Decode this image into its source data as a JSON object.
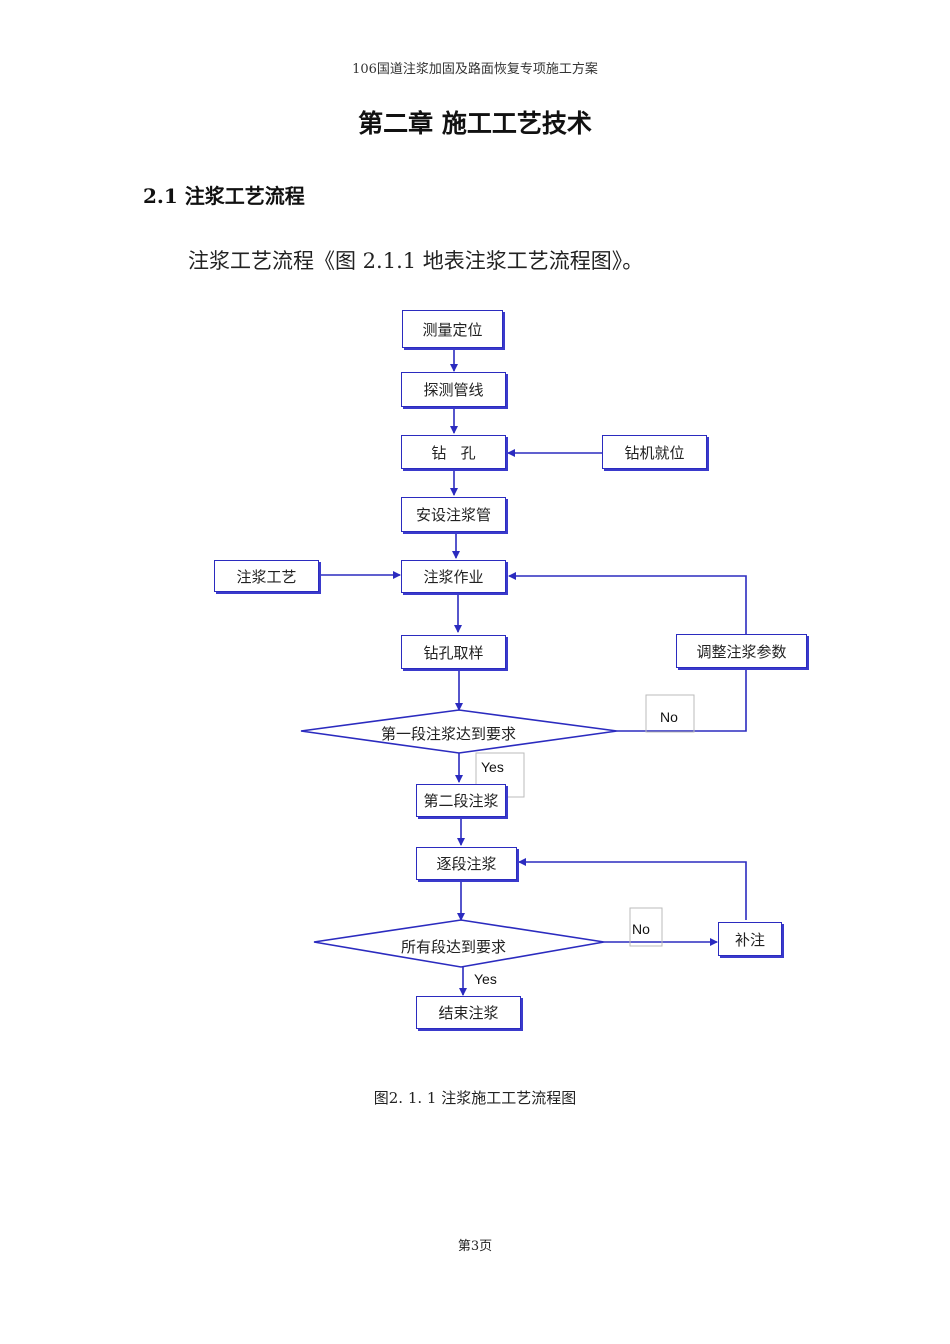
{
  "header": {
    "running_title": "106国道注浆加固及路面恢复专项施工方案"
  },
  "chapter": {
    "title": "第二章  施工工艺技术"
  },
  "section": {
    "title": "2.1  注浆工艺流程"
  },
  "body": {
    "paragraph": "注浆工艺流程《图 2.1.1  地表注浆工艺流程图》。"
  },
  "flowchart": {
    "nodes": {
      "survey": "测量定位",
      "detect_pipes": "探测管线",
      "drill": "钻   孔",
      "rig_position": "钻机就位",
      "install_pipe": "安设注浆管",
      "grout_process": "注浆工艺",
      "grouting": "注浆作业",
      "core_sample": "钻孔取样",
      "adjust_params": "调整注浆参数",
      "decision_first": "第一段注浆达到要求",
      "second_stage": "第二段注浆",
      "stage_by_stage": "逐段注浆",
      "decision_all": "所有段达到要求",
      "supplement": "补注",
      "finish": "结束注浆"
    },
    "labels": {
      "no_1": "No",
      "yes_1": "Yes",
      "no_2": "No",
      "yes_2": "Yes"
    },
    "colors": {
      "line": "#2b2bbf"
    }
  },
  "caption": "图2. 1. 1    注浆施工工艺流程图",
  "footer": {
    "page": "第3页"
  }
}
